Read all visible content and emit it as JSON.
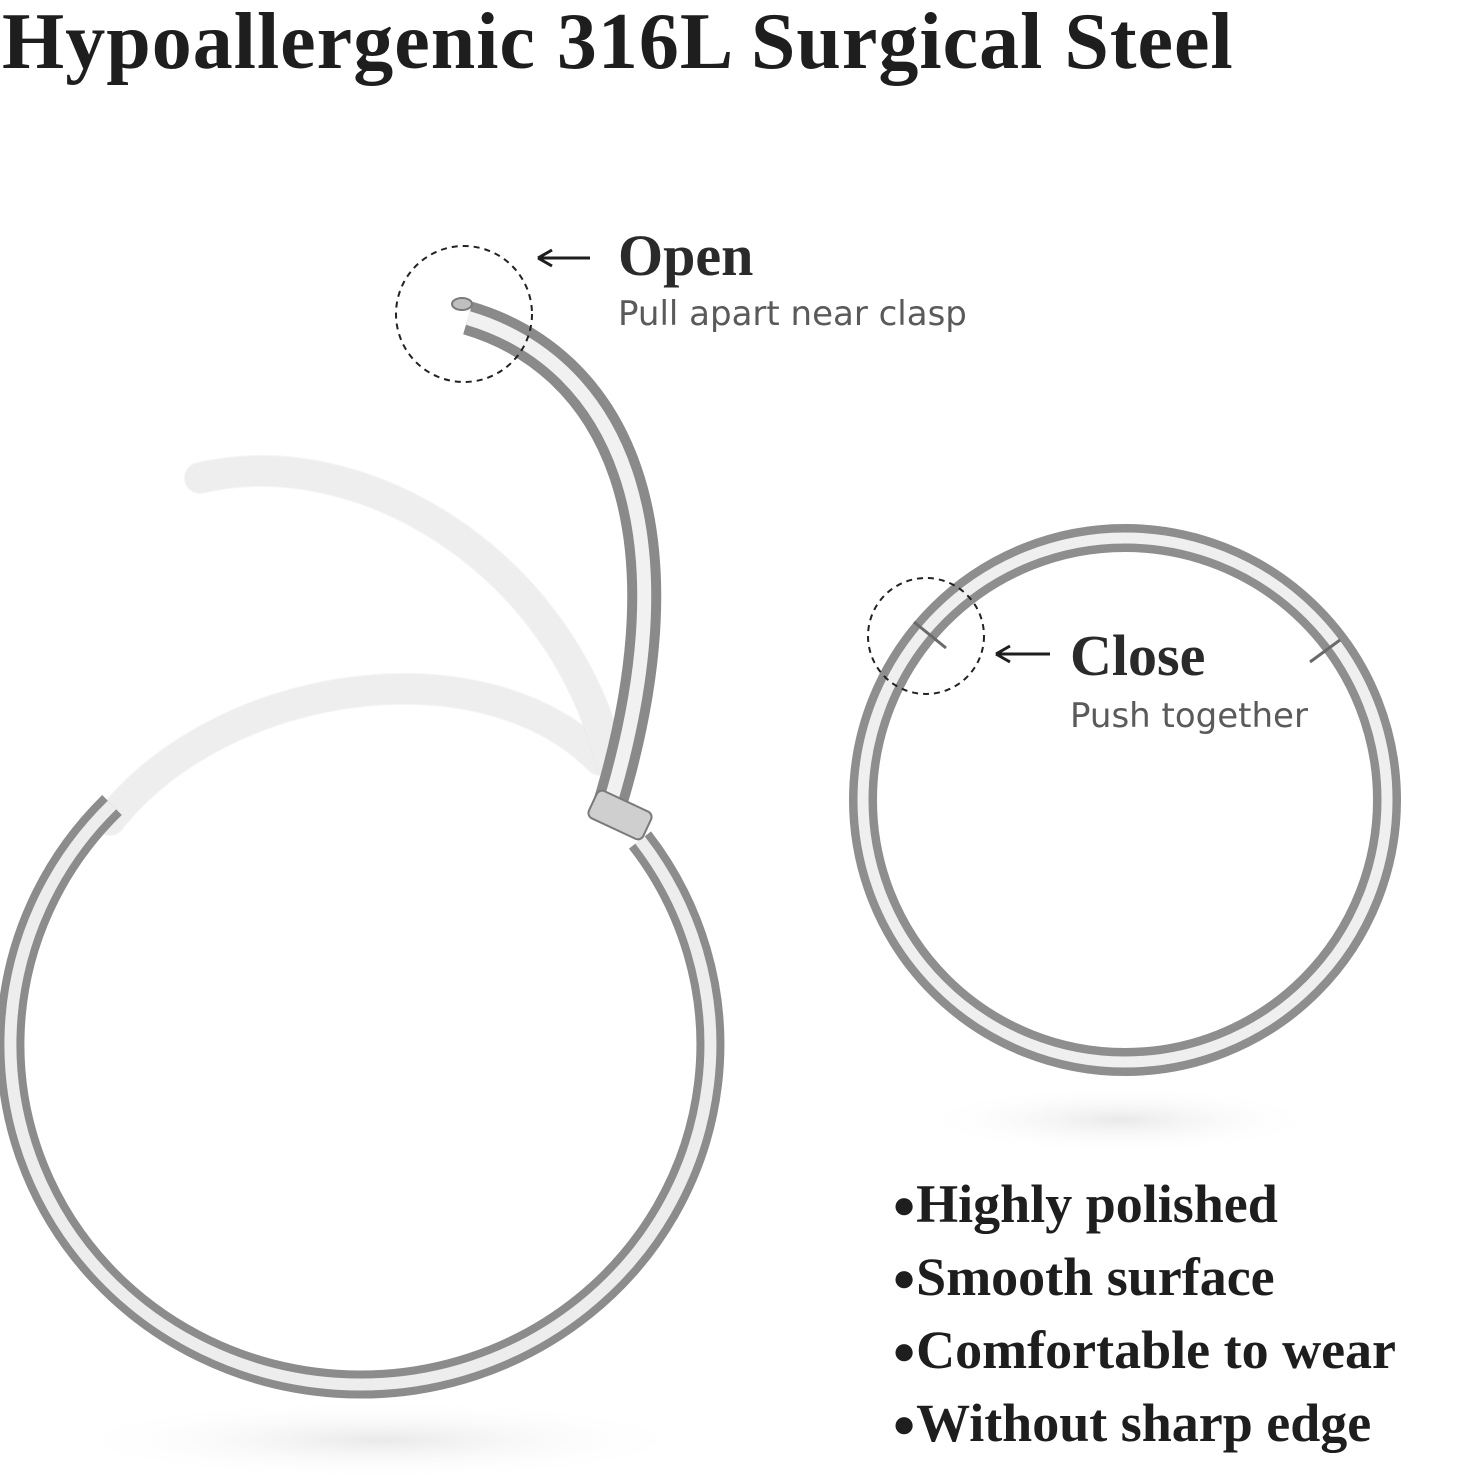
{
  "title": "Hypoallergenic 316L Surgical Steel",
  "open": {
    "heading": "Open",
    "subtext": "Pull apart near clasp"
  },
  "close": {
    "heading": "Close",
    "subtext": "Push together"
  },
  "features": [
    {
      "bullet": "●",
      "text": "Highly polished"
    },
    {
      "bullet": "●",
      "text": "Smooth surface"
    },
    {
      "bullet": "●",
      "text": "Comfortable to wear"
    },
    {
      "bullet": "●",
      "text": "Without sharp edge"
    }
  ],
  "icons": {
    "open_arrow": "left-arrow-icon",
    "close_arrow": "left-arrow-icon"
  },
  "colors": {
    "steel_light": "#f2f2f2",
    "steel_mid": "#b9b9b9",
    "steel_dark": "#6e6e6e",
    "text": "#1e1e1e"
  }
}
